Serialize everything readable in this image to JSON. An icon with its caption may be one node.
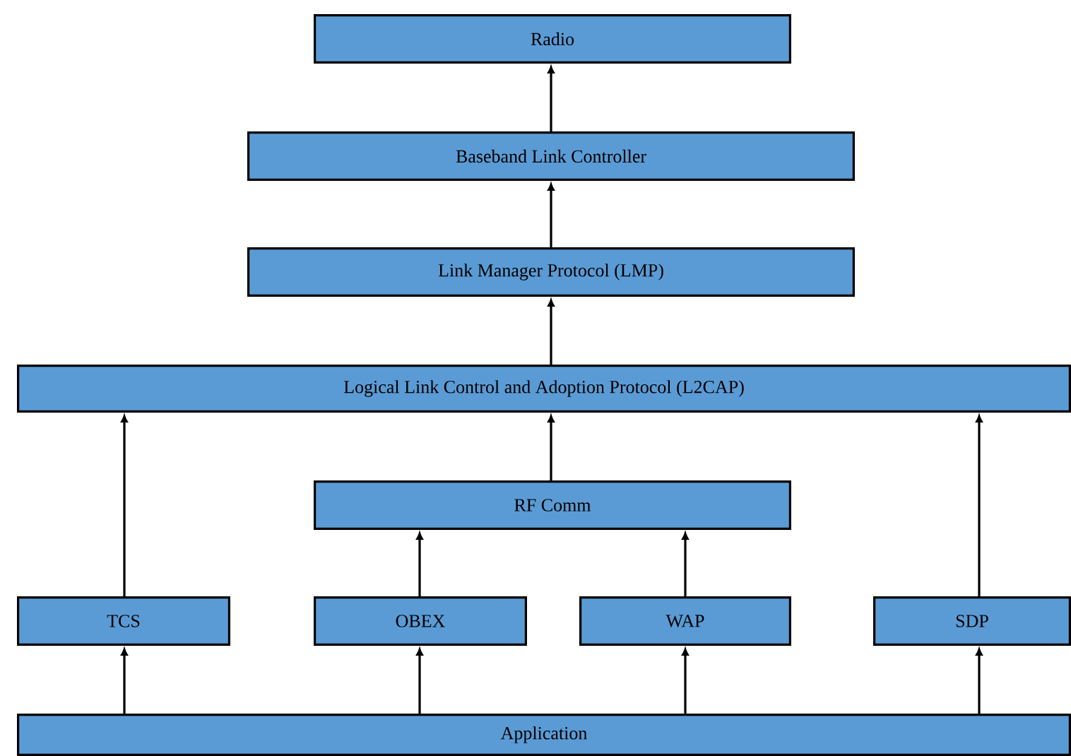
{
  "diagram": {
    "nodes": [
      {
        "text": [
          "Radio"
        ]
      },
      {
        "text": [
          "Baseband Link Controller"
        ]
      },
      {
        "text": [
          "Link Manager Protocol (LMP)"
        ]
      },
      {
        "text": [
          "Logical Link Control and Adoption Protocol (L2CAP)"
        ]
      },
      {
        "text": [
          "RF Comm"
        ]
      },
      {
        "text": [
          "TCS"
        ]
      },
      {
        "text": [
          "OBEX"
        ]
      },
      {
        "text": [
          "WAP"
        ]
      },
      {
        "text": [
          "SDP"
        ]
      },
      {
        "text": [
          "Application"
        ]
      }
    ],
    "edges": [
      {
        "from": 1,
        "to": 0,
        "arrow": "to"
      },
      {
        "from": 2,
        "to": 1,
        "arrow": "to"
      },
      {
        "from": 3,
        "to": 2,
        "arrow": "to"
      },
      {
        "from": 5,
        "to": 3,
        "arrow": "to"
      },
      {
        "from": 4,
        "to": 3,
        "arrow": "to"
      },
      {
        "from": 8,
        "to": 3,
        "arrow": "to"
      },
      {
        "from": 6,
        "to": 4,
        "arrow": "to"
      },
      {
        "from": 7,
        "to": 4,
        "arrow": "to"
      },
      {
        "from": 9,
        "to": 5,
        "arrow": "to"
      },
      {
        "from": 9,
        "to": 6,
        "arrow": "to"
      },
      {
        "from": 9,
        "to": 7,
        "arrow": "to"
      },
      {
        "from": 9,
        "to": 8,
        "arrow": "to"
      }
    ]
  }
}
